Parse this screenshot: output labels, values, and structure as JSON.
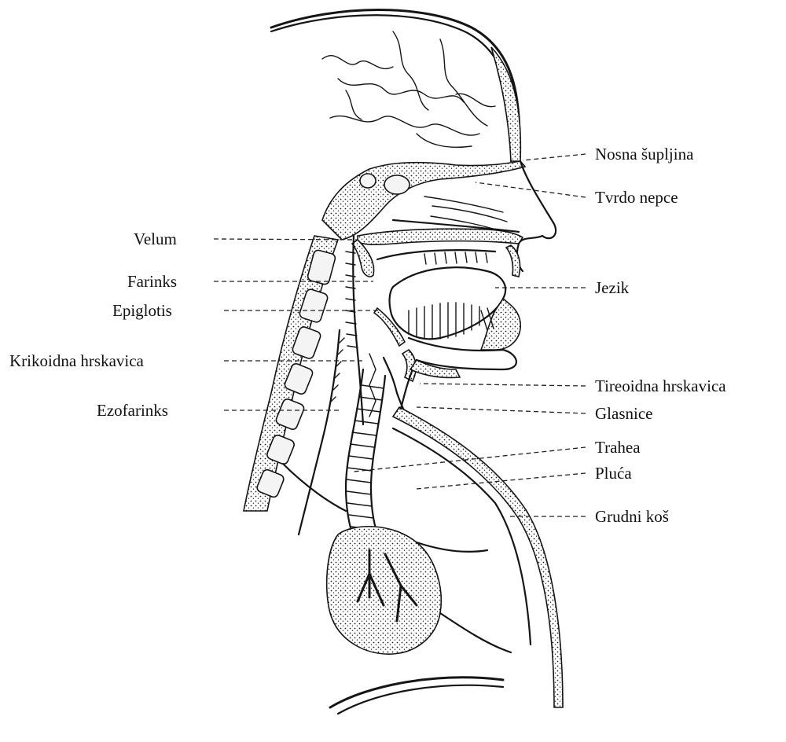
{
  "labels": {
    "nosna_supljina": "Nosna šupljina",
    "tvrdo_nepce": "Tvrdo nepce",
    "velum": "Velum",
    "farinks": "Farinks",
    "jezik": "Jezik",
    "epiglotis": "Epiglotis",
    "krikoidna_hrskavica": "Krikoidna hrskavica",
    "tireoidna_hrskavica": "Tireoidna hrskavica",
    "ezofarinks": "Ezofarinks",
    "glasnice": "Glasnice",
    "trahea": "Trahea",
    "pluca": "Pluća",
    "grudni_kos": "Grudni koš"
  },
  "colors": {
    "ink": "#151515",
    "background": "#ffffff"
  }
}
